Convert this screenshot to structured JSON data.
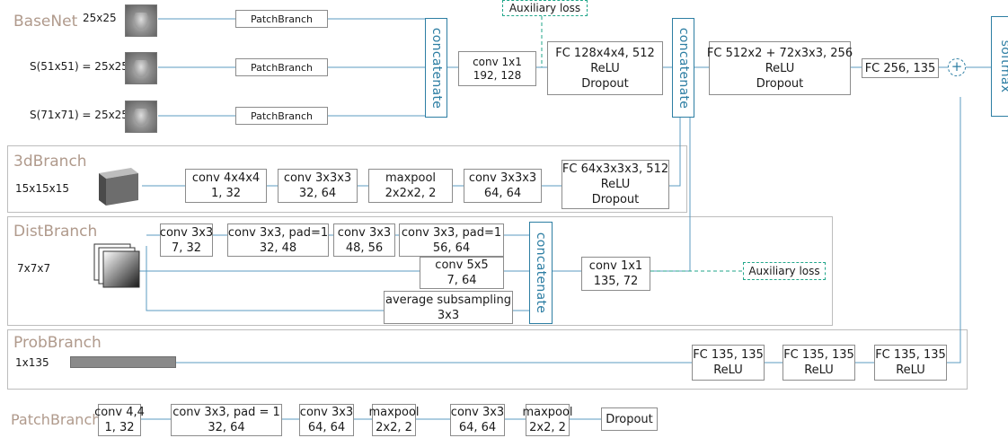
{
  "colors": {
    "wire": "#5b9bc0",
    "concat": "#2d7ea3",
    "aux": "#21a68a",
    "branch_label": "#b09a8c"
  },
  "basenet": {
    "title": "BaseNet",
    "inputs": [
      "25x25",
      "S(51x51) = 25x25",
      "S(71x71) = 25x25"
    ],
    "patch_label": "PatchBranch",
    "concat1": "concatenate",
    "conv1x1": [
      "conv 1x1",
      "192, 128"
    ],
    "aux_top": "Auxiliary loss",
    "fc1": [
      "FC 128x4x4, 512",
      "ReLU",
      "Dropout"
    ],
    "concat2": "concatenate",
    "fc2": [
      "FC 512x2 + 72x3x3, 256",
      "ReLU",
      "Dropout"
    ],
    "fc3": "FC 256, 135",
    "plus": "+",
    "softmax": "softmax"
  },
  "branch3d": {
    "title": "3dBranch",
    "input": "15x15x15",
    "layers": [
      [
        "conv 4x4x4",
        "1, 32"
      ],
      [
        "conv 3x3x3",
        "32, 64"
      ],
      [
        "maxpool",
        "2x2x2, 2"
      ],
      [
        "conv 3x3x3",
        "64, 64"
      ]
    ],
    "fc": [
      "FC 64x3x3x3, 512",
      "ReLU",
      "Dropout"
    ]
  },
  "dist": {
    "title": "DistBranch",
    "input": "7x7x7",
    "path_a": [
      [
        "conv 3x3",
        "7, 32"
      ],
      [
        "conv 3x3, pad=1",
        "32, 48"
      ],
      [
        "conv 3x3",
        "48, 56"
      ],
      [
        "conv 3x3, pad=1",
        "56, 64"
      ]
    ],
    "path_b": [
      "conv 5x5",
      "7, 64"
    ],
    "path_c": [
      "average subsampling",
      "3x3"
    ],
    "concat": "concatenate",
    "conv1x1": [
      "conv 1x1",
      "135, 72"
    ],
    "aux": "Auxiliary loss"
  },
  "prob": {
    "title": "ProbBranch",
    "input": "1x135",
    "layers": [
      [
        "FC 135, 135",
        "ReLU"
      ],
      [
        "FC 135, 135",
        "ReLU"
      ],
      [
        "FC 135, 135",
        "ReLU"
      ]
    ]
  },
  "patch": {
    "title": "PatchBranch",
    "layers": [
      [
        "conv 4,4",
        "1, 32"
      ],
      [
        "conv 3x3, pad = 1",
        "32, 64"
      ],
      [
        "conv 3x3",
        "64, 64"
      ],
      [
        "maxpool",
        "2x2, 2"
      ],
      [
        "conv 3x3",
        "64, 64"
      ],
      [
        "maxpool",
        "2x2, 2"
      ],
      [
        "Dropout"
      ]
    ]
  }
}
